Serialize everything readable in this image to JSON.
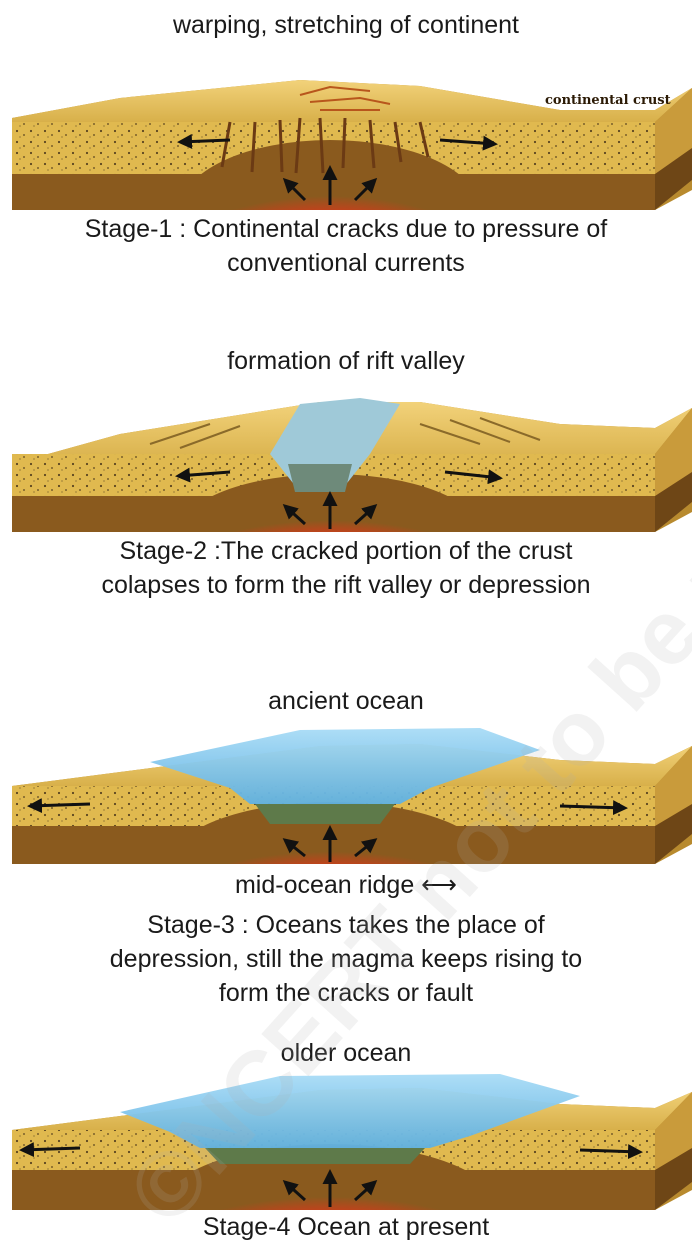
{
  "stages": [
    {
      "title": "warping, stretching of continent",
      "inner_label": "continental crust",
      "caption_lines": [
        "Stage-1 : Continental cracks due to pressure of",
        "conventional currents"
      ]
    },
    {
      "title": "formation of rift valley",
      "caption_lines": [
        "Stage-2 :The cracked portion of the crust",
        "colapses to form the rift valley or depression"
      ]
    },
    {
      "title": "ancient ocean",
      "below_label": "mid-ocean ridge ⟷",
      "caption_lines": [
        "Stage-3 : Oceans takes the place of",
        "depression, still the magma keeps rising to",
        "form the cracks or fault"
      ]
    },
    {
      "title": "older ocean",
      "caption_lines": [
        "Stage-4 Ocean at present"
      ]
    }
  ],
  "colors": {
    "crust_top": "#e8c566",
    "crust_side": "#d9b24a",
    "mantle": "#8a5a1e",
    "magma": "#ff3b1f",
    "ocean": "#7cc3ea"
  },
  "watermark": "©NCERT not to be republished"
}
